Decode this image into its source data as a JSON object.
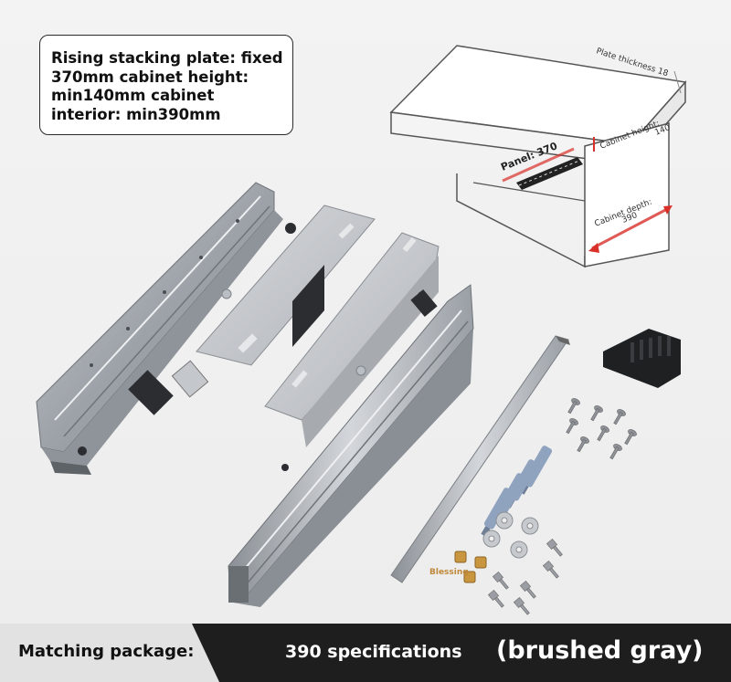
{
  "spec_box": {
    "lines": [
      "Rising stacking plate: fixed",
      "370mm cabinet height:",
      "min140mm cabinet",
      "interior: min390mm"
    ]
  },
  "diagram": {
    "plate_thickness": "Plate thickness 18",
    "panel": "Panel: 370",
    "cabinet_height_label": "Cabinet height:",
    "cabinet_height_value": "140",
    "cabinet_depth_label": "Cabinet depth:",
    "cabinet_depth_value": "390"
  },
  "accessory_mark": "Blessing",
  "footer": {
    "label": "Matching package:",
    "spec": "390 specifications",
    "color_name": "(brushed gray)"
  },
  "colors": {
    "accent_red": "#d9302a",
    "footer_dark": "#1e1e1e",
    "footer_light": "#e2e2e2",
    "metal": "#a9adb2"
  }
}
